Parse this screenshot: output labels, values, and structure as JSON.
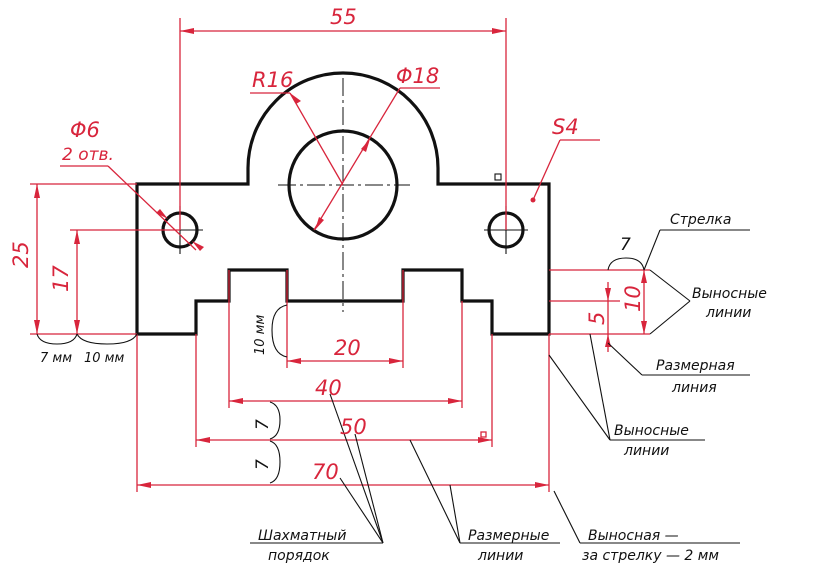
{
  "drawing": {
    "colors": {
      "outline": "#111111",
      "dimension": "#d8253c",
      "background": "#ffffff"
    },
    "dimensions": {
      "overall_top": "55",
      "arc_radius": "R16",
      "center_hole": "Φ18",
      "side_holes": "Φ6",
      "side_holes_count": "2 отв.",
      "thickness": "S4",
      "height_total": "25",
      "height_holes": "17",
      "slot_depth": "10 мм",
      "slot_width": "20",
      "width_40": "40",
      "width_50": "50",
      "width_70": "70",
      "right_10": "10",
      "right_5": "5",
      "gap_7_right": "7",
      "gap_7_a": "7",
      "gap_7_b": "7"
    },
    "annotations": {
      "spacing_7mm": "7 мм",
      "spacing_10mm": "10 мм",
      "arrow": "Стрелка",
      "extension_lines_top": [
        "Выносные",
        "линии"
      ],
      "dimension_line": [
        "Размерная",
        "линия"
      ],
      "extension_lines_mid": [
        "Выносные",
        "линии"
      ],
      "staggered": [
        "Шахматный",
        "порядок"
      ],
      "dimension_lines": [
        "Размерные",
        "линии"
      ],
      "extension_note": [
        "Выносная —",
        "за стрелку — 2 мм"
      ]
    }
  }
}
